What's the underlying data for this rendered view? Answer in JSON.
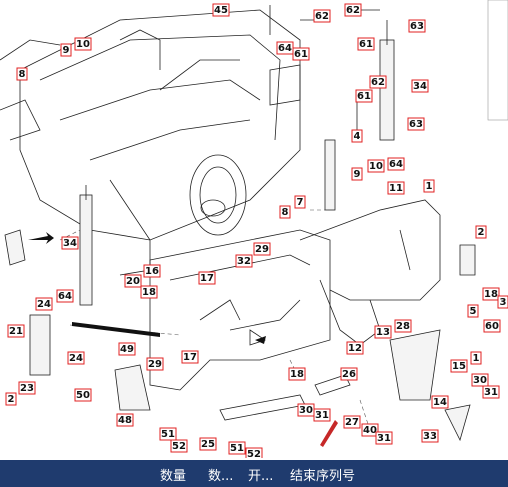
{
  "callouts": [
    {
      "label": "45"
    },
    {
      "label": "62"
    },
    {
      "label": "62"
    },
    {
      "label": "63"
    },
    {
      "label": "9"
    },
    {
      "label": "10"
    },
    {
      "label": "64"
    },
    {
      "label": "61"
    },
    {
      "label": "61"
    },
    {
      "label": "8"
    },
    {
      "label": "62"
    },
    {
      "label": "34"
    },
    {
      "label": "61"
    },
    {
      "label": "63"
    },
    {
      "label": "4"
    },
    {
      "label": "64"
    },
    {
      "label": "9"
    },
    {
      "label": "10"
    },
    {
      "label": "11"
    },
    {
      "label": "1"
    },
    {
      "label": "7"
    },
    {
      "label": "8"
    },
    {
      "label": "29"
    },
    {
      "label": "34"
    },
    {
      "label": "32"
    },
    {
      "label": "16"
    },
    {
      "label": "17"
    },
    {
      "label": "20"
    },
    {
      "label": "18"
    },
    {
      "label": "2"
    },
    {
      "label": "64"
    },
    {
      "label": "24"
    },
    {
      "label": "18"
    },
    {
      "label": "3"
    },
    {
      "label": "5"
    },
    {
      "label": "60"
    },
    {
      "label": "28"
    },
    {
      "label": "13"
    },
    {
      "label": "21"
    },
    {
      "label": "24"
    },
    {
      "label": "12"
    },
    {
      "label": "49"
    },
    {
      "label": "29"
    },
    {
      "label": "17"
    },
    {
      "label": "15"
    },
    {
      "label": "1"
    },
    {
      "label": "23"
    },
    {
      "label": "2"
    },
    {
      "label": "50"
    },
    {
      "label": "18"
    },
    {
      "label": "26"
    },
    {
      "label": "30"
    },
    {
      "label": "31"
    },
    {
      "label": "14"
    },
    {
      "label": "48"
    },
    {
      "label": "30"
    },
    {
      "label": "31"
    },
    {
      "label": "27"
    },
    {
      "label": "40"
    },
    {
      "label": "51"
    },
    {
      "label": "52"
    },
    {
      "label": "25"
    },
    {
      "label": "51"
    },
    {
      "label": "52"
    },
    {
      "label": "31"
    },
    {
      "label": "33"
    }
  ],
  "table_header": {
    "col_qty": "数量",
    "col_num": "数...",
    "col_start": "开...",
    "col_end_serial": "结束序列号"
  }
}
